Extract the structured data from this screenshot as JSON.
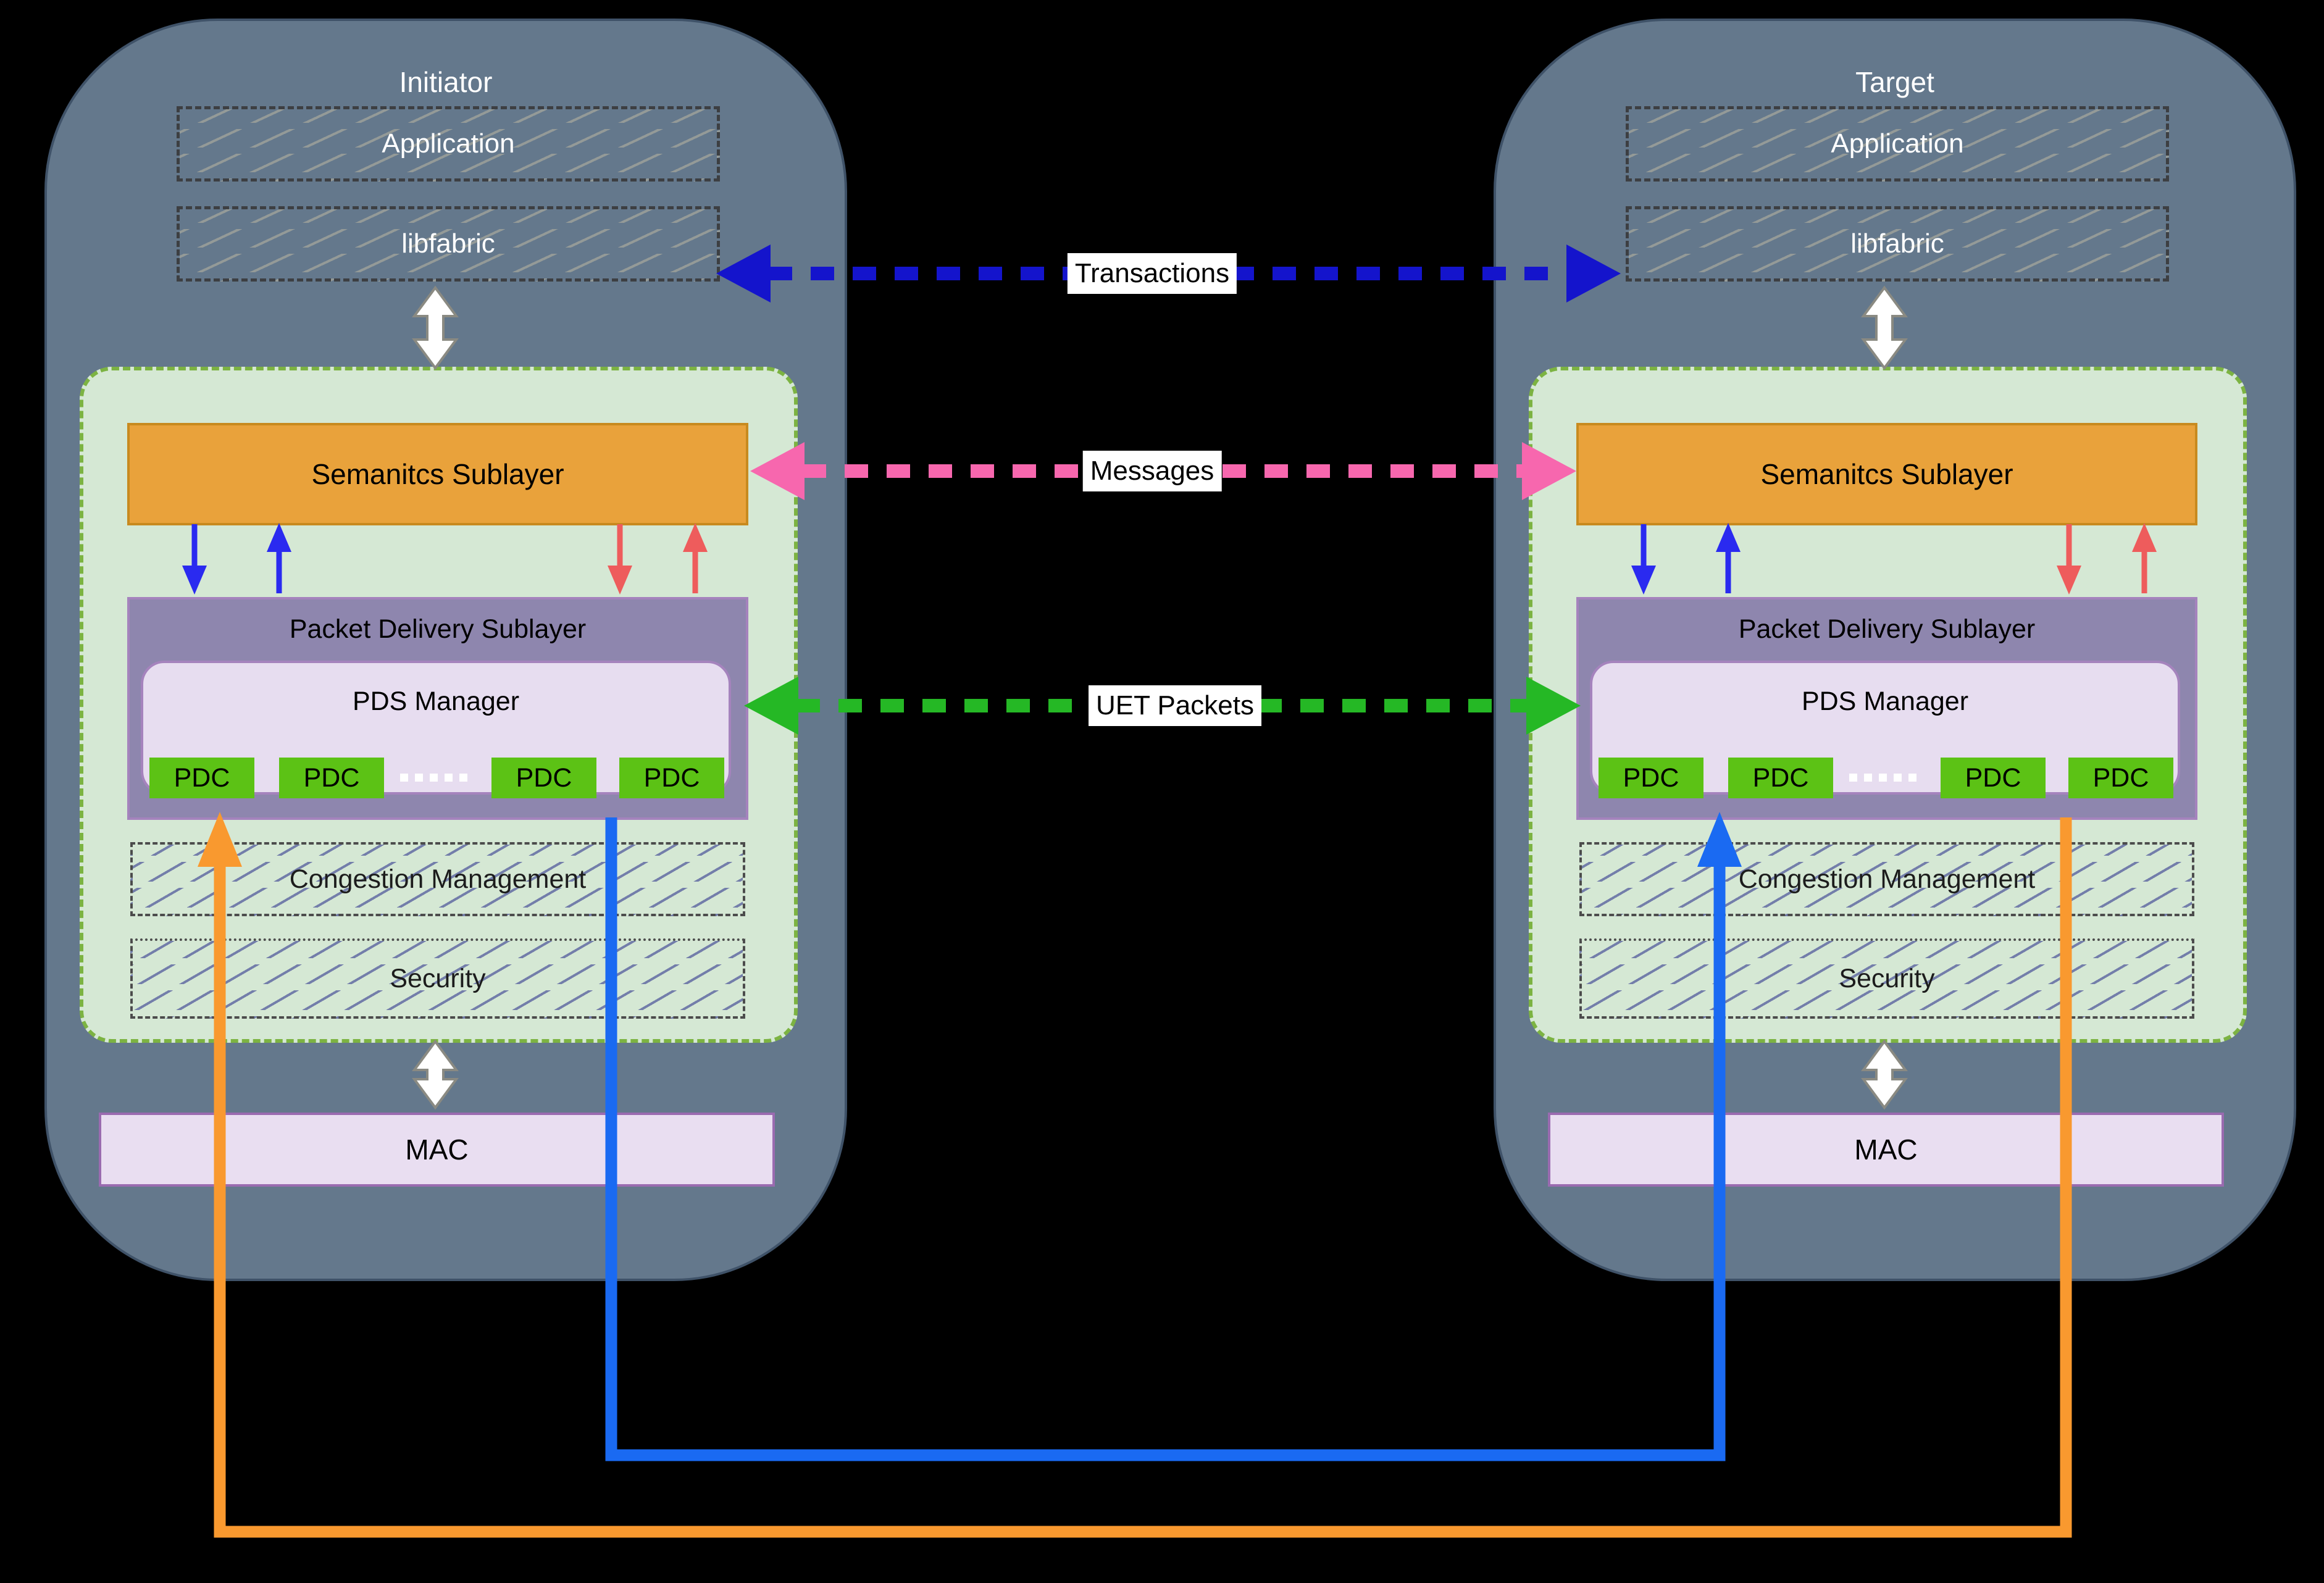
{
  "colors": {
    "bg": "#000000",
    "node_fill": "#64788c",
    "node_border": "#3f5268",
    "green_fill": "#d5e8d4",
    "green_border": "#7cb342",
    "orange_fill": "#e9a23b",
    "orange_border": "#c88a1f",
    "purple_fill": "#8e86ae",
    "purple_border": "#a583bd",
    "pdsm_fill": "#e7ddf0",
    "pdsm_border": "#a583bd",
    "pdc_fill": "#5cc215",
    "mac_fill": "#e9def1",
    "mac_border": "#9a6bb0",
    "transactions_blue": "#1414cc",
    "messages_pink": "#f767ae",
    "uet_green": "#25b825",
    "route_blue": "#1a6af2",
    "route_orange": "#f9992f",
    "small_arrow_blue": "#2a2af0",
    "small_arrow_red": "#ee5c5c",
    "white_arrow_fill": "#ffffff",
    "white_arrow_stroke": "#8a8a82",
    "label_bg": "#ffffff"
  },
  "connections": {
    "transactions": {
      "label": "Transactions"
    },
    "messages": {
      "label": "Messages"
    },
    "uet_packets": {
      "label": "UET Packets"
    }
  },
  "nodes": {
    "initiator": {
      "title": "Initiator",
      "application": "Application",
      "libfabric": "libfabric",
      "semantics_sublayer": "Semanitcs Sublayer",
      "packet_delivery_sublayer": "Packet Delivery Sublayer",
      "pds_manager": "PDS Manager",
      "pdc_labels": [
        "PDC",
        "PDC",
        "PDC",
        "PDC"
      ],
      "congestion_management": "Congestion Management",
      "security": "Security",
      "mac": "MAC"
    },
    "target": {
      "title": "Target",
      "application": "Application",
      "libfabric": "libfabric",
      "semantics_sublayer": "Semanitcs Sublayer",
      "packet_delivery_sublayer": "Packet Delivery Sublayer",
      "pds_manager": "PDS Manager",
      "pdc_labels": [
        "PDC",
        "PDC",
        "PDC",
        "PDC"
      ],
      "congestion_management": "Congestion Management",
      "security": "Security",
      "mac": "MAC"
    }
  }
}
